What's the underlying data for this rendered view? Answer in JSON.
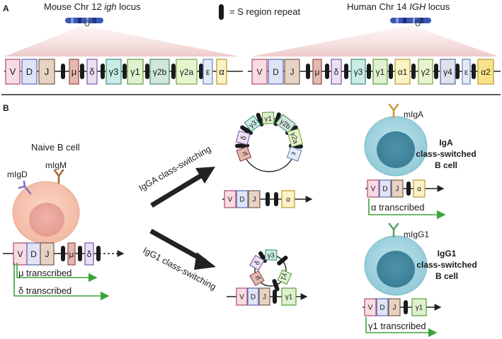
{
  "panel_a": {
    "label": "A",
    "mouse_title_prefix": "Mouse Chr 12 ",
    "mouse_title_italic": "igh",
    "mouse_title_suffix": " locus",
    "human_title_prefix": "Human Chr 14 ",
    "human_title_italic": "IGH",
    "human_title_suffix": " locus",
    "legend": "= S region repeat",
    "mouse_segments": [
      {
        "label": "V",
        "color": "#f8dbe3",
        "border": "#b04a6a"
      },
      {
        "label": "D",
        "color": "#dfe3f6",
        "border": "#5b67b1"
      },
      {
        "label": "J",
        "color": "#e6d3c4",
        "border": "#7a5a46"
      },
      {
        "label": "μ",
        "color": "#e4b8b1",
        "border": "#8d4a42"
      },
      {
        "label": "δ",
        "color": "#ece0f3",
        "border": "#7a56a6"
      },
      {
        "label": "γ3",
        "color": "#c9ece4",
        "border": "#3f8e80"
      },
      {
        "label": "γ1",
        "color": "#dff1cf",
        "border": "#5b9a3a"
      },
      {
        "label": "γ2b",
        "color": "#cfe6da",
        "border": "#4b8a6a"
      },
      {
        "label": "γ2a",
        "color": "#e7f5cf",
        "border": "#7da24a"
      },
      {
        "label": "ε",
        "color": "#e3ebf8",
        "border": "#6b82b8"
      },
      {
        "label": "α",
        "color": "#fbf2c6",
        "border": "#b89a2e"
      }
    ],
    "human_segments": [
      {
        "label": "V",
        "color": "#f8dbe3",
        "border": "#b04a6a"
      },
      {
        "label": "D",
        "color": "#dfe3f6",
        "border": "#5b67b1"
      },
      {
        "label": "J",
        "color": "#e6d3c4",
        "border": "#7a5a46"
      },
      {
        "label": "μ",
        "color": "#e4b8b1",
        "border": "#8d4a42"
      },
      {
        "label": "δ",
        "color": "#ece0f3",
        "border": "#7a56a6"
      },
      {
        "label": "γ3",
        "color": "#c9ece4",
        "border": "#3f8e80"
      },
      {
        "label": "γ1",
        "color": "#dff1cf",
        "border": "#5b9a3a"
      },
      {
        "label": "α1",
        "color": "#fbf2c6",
        "border": "#b89a2e"
      },
      {
        "label": "γ2",
        "color": "#e7f5cf",
        "border": "#7da24a"
      },
      {
        "label": "γ4",
        "color": "#dde2ee",
        "border": "#5c6a8e"
      },
      {
        "label": "ε",
        "color": "#e3ebf8",
        "border": "#6b82b8"
      },
      {
        "label": "α2",
        "color": "#f7e48a",
        "border": "#b89a2e"
      }
    ]
  },
  "panel_b": {
    "label": "B",
    "naive_title": "Naive B cell",
    "migd": "mIgD",
    "migm": "mIgM",
    "mu_transcribed": "μ transcribed",
    "delta_transcribed": "δ transcribed",
    "iga_switch": "IgGA class-switching",
    "igg1_switch": "IgG1 class-switching",
    "miga": "mIgA",
    "iga_cell_line1": "IgA",
    "iga_cell_line2": "class-switched",
    "iga_cell_line3": "B cell",
    "alpha_transcribed": "α transcribed",
    "migg1": "mIgG1",
    "igg1_cell_line1": "IgG1",
    "igg1_cell_line2": "class-switched",
    "igg1_cell_line3": "B cell",
    "gamma1_transcribed": "γ1 transcribed",
    "naive_locus": [
      "V",
      "D",
      "J",
      "μ",
      "δ"
    ],
    "iga_locus": [
      "V",
      "D",
      "J",
      "α"
    ],
    "igg1_locus": [
      "V",
      "D",
      "J",
      "γ1"
    ],
    "iga_loop": [
      "μ",
      "δ",
      "γ3",
      "γ1",
      "γ2b",
      "γ2a",
      "ε"
    ],
    "igg1_loop": [
      "μ",
      "δ",
      "γ3",
      "γ1"
    ]
  },
  "colors": {
    "green_arrow": "#3aa43a",
    "black_arrow": "#222222",
    "iga_antibody": "#c99a3a",
    "migm_antibody": "#a06a3a",
    "migd_antibody": "#8a6fc0",
    "igg1_antibody": "#5aa26a"
  }
}
